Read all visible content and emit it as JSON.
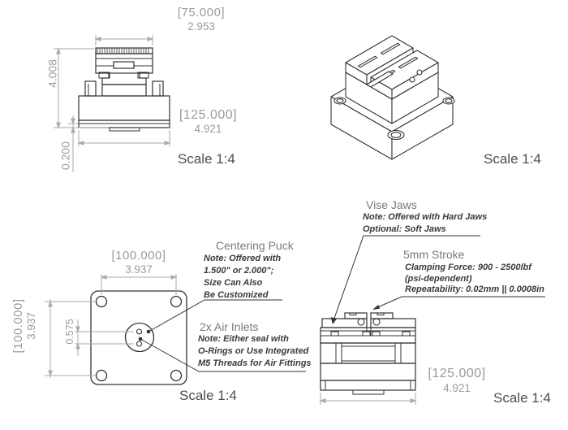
{
  "document": {
    "type": "engineering-drawing",
    "background": "#ffffff"
  },
  "colors": {
    "drawing_line": "#333333",
    "dimension_line": "#aaaaaa",
    "dimension_text": "#9b9b9b",
    "annotation_title": "#7a7a7a",
    "annotation_note": "#3a3a3a",
    "scale_text": "#4d4d4d"
  },
  "views": {
    "front": {
      "scale_label": "Scale 1:4",
      "dims": {
        "top_width_mm": "[75.000]",
        "top_width_in": "2.953",
        "height_in": "4.008",
        "lip_height_in": "0.200",
        "base_width_mm": "[125.000]",
        "base_width_in": "4.921"
      }
    },
    "isometric": {
      "scale_label": "Scale 1:4"
    },
    "top": {
      "scale_label": "Scale 1:4",
      "dims": {
        "hole_spacing_x_mm": "[100.000]",
        "hole_spacing_x_in": "3.937",
        "hole_spacing_y_mm": "[100.000]",
        "hole_spacing_y_in": "3.937",
        "inlet_spacing_in": "0.575"
      }
    },
    "side": {
      "scale_label": "Scale 1:4",
      "dims": {
        "base_width_mm": "[125.000]",
        "base_width_in": "4.921"
      }
    }
  },
  "annotations": {
    "centering_puck": {
      "title": "Centering Puck",
      "lines": [
        "Note: Offered with",
        "1.500\" or 2.000\";",
        "Size Can Also",
        "Be Customized"
      ]
    },
    "air_inlets": {
      "title": "2x Air Inlets",
      "lines": [
        "Note: Either seal with",
        "O-Rings or Use Integrated",
        "M5 Threads for Air Fittings"
      ]
    },
    "vise_jaws": {
      "title": "Vise Jaws",
      "lines": [
        "Note: Offered with Hard Jaws",
        "Optional: Soft Jaws"
      ]
    },
    "stroke": {
      "title": "5mm Stroke",
      "lines": [
        "Clamping Force: 900 - 2500lbf",
        "(psi-dependent)",
        "Repeatability: 0.02mm || 0.0008in"
      ]
    }
  }
}
